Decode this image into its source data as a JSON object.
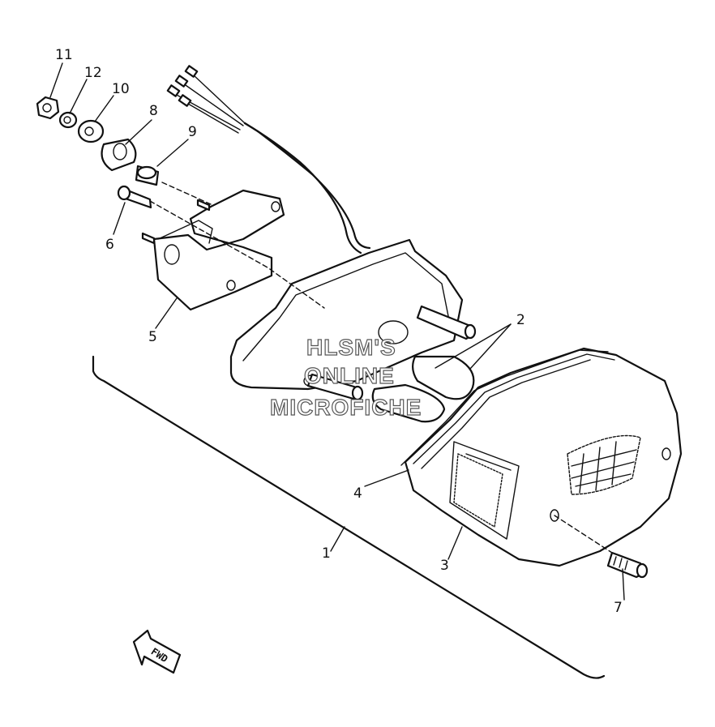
{
  "callouts": {
    "c1": "1",
    "c2": "2",
    "c3": "3",
    "c4": "4",
    "c5": "5",
    "c6": "6",
    "c7": "7",
    "c8": "8",
    "c9": "9",
    "c10": "10",
    "c11": "11",
    "c12": "12"
  },
  "fwd_label": "FWD",
  "watermark": {
    "line1": "HLSM'S",
    "line2": "ONLINE",
    "line3": "MICROFICHE"
  }
}
